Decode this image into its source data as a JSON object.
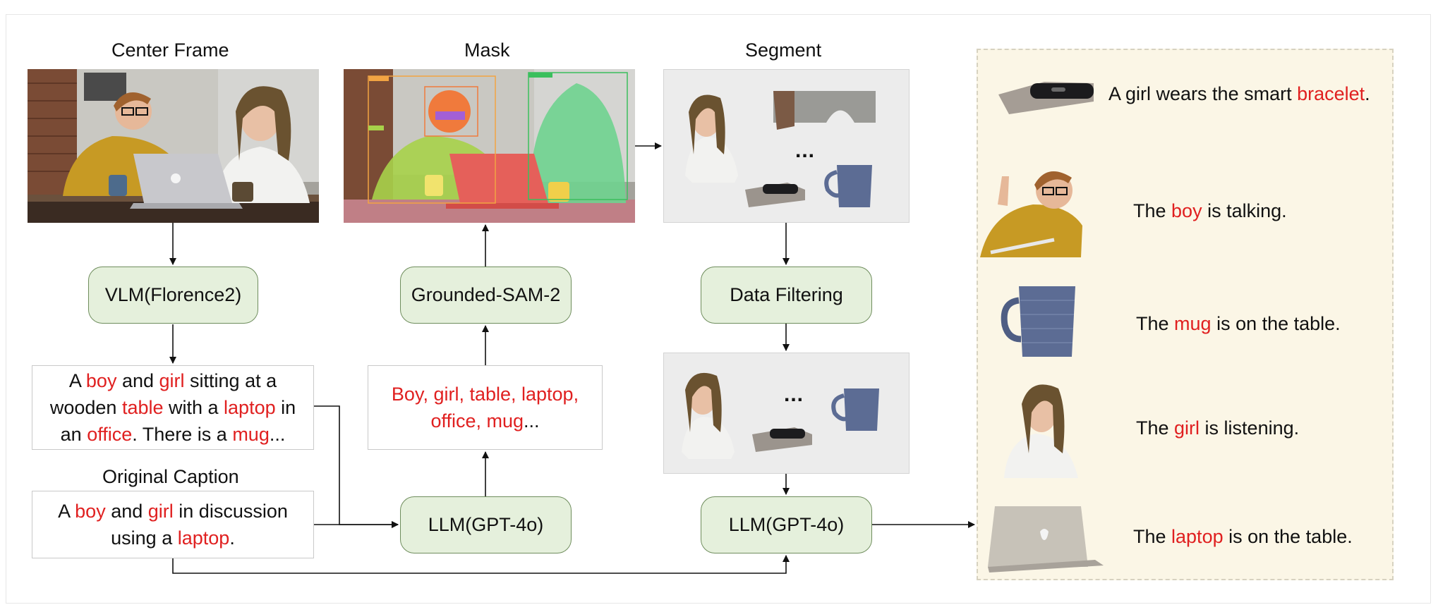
{
  "titles": {
    "center_frame": "Center Frame",
    "mask": "Mask",
    "segment": "Segment",
    "original_caption": "Original Caption"
  },
  "process": {
    "vlm": "VLM(Florence2)",
    "grounded_sam": "Grounded-SAM-2",
    "data_filtering": "Data Filtering",
    "llm_left": "LLM(GPT-4o)",
    "llm_right": "LLM(GPT-4o)"
  },
  "vlm_caption": {
    "p1": "A ",
    "w1": "boy",
    "p2": " and ",
    "w2": "girl",
    "p3": " sitting at a wooden ",
    "w3": "table",
    "p4": " with a ",
    "w4": "laptop",
    "p5": " in an ",
    "w5": "office",
    "p6": ". There is a ",
    "w6": "mug",
    "p7": "..."
  },
  "orig_caption": {
    "p1": "A ",
    "w1": "boy",
    "p2": " and ",
    "w2": "girl",
    "p3": " in discussion using a ",
    "w3": "laptop",
    "p4": "."
  },
  "objects_text": {
    "words": "Boy, girl, table, laptop, office, mug",
    "tail": "..."
  },
  "ellipsis": "...",
  "results": [
    {
      "pre": "A girl wears the smart ",
      "word": "bracelet",
      "post": "."
    },
    {
      "pre": "The ",
      "word": "boy",
      "post": " is talking."
    },
    {
      "pre": "The ",
      "word": "mug",
      "post": " is on the table."
    },
    {
      "pre": "The ",
      "word": "girl",
      "post": " is listening."
    },
    {
      "pre": "The ",
      "word": "laptop",
      "post": " is on the table."
    }
  ],
  "colors": {
    "highlight": "#e02020",
    "process_fill": "#e5f0dc",
    "process_border": "#6f8d5d",
    "panel_bg": "#fbf6e6"
  },
  "icons": [
    "arrow-icon",
    "bracelet-image",
    "boy-image",
    "mug-image",
    "girl-image",
    "laptop-image"
  ]
}
